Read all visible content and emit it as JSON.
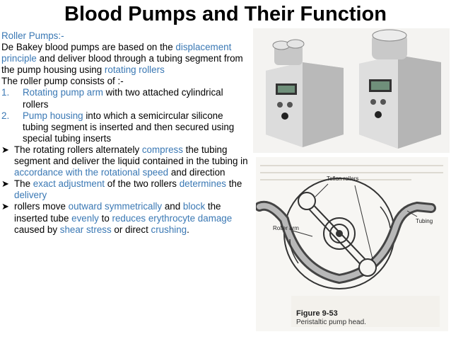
{
  "title": "Blood Pumps and Their Function",
  "heading": "Roller Pumps:-",
  "intro": {
    "p1": "De Bakey blood pumps are based on the ",
    "p1_hl": "displacement principle",
    "p2": " and deliver blood through a tubing segment from the pump housing using ",
    "p2_hl": "rotating rollers"
  },
  "consists": "The roller pump consists of :-",
  "list": [
    {
      "num": "1.",
      "hl": "Rotating pump arm",
      "rest": " with two attached cylindrical rollers"
    },
    {
      "num": "2.",
      "hl": "Pump housing",
      "rest": " into which a semicircular silicone tubing segment is inserted and then secured using special tubing inserts"
    }
  ],
  "bullets": {
    "b1": {
      "t1": "The rotating rollers alternately ",
      "h1": "compress",
      "t2": " the tubing segment and deliver the liquid contained in the tubing in ",
      "h2": "accordance with the rotational speed",
      "t3": " and direction"
    },
    "b2": {
      "t1": "The ",
      "h1": "exact adjustment",
      "t2": " of the two rollers ",
      "h2": "determines",
      "t3": " the ",
      "h3": "delivery"
    },
    "b3": {
      "t1": "rollers move ",
      "h1": "outward symmetrically",
      "t2": " and ",
      "h2": "block",
      "t3": " the inserted tube ",
      "h3": "evenly",
      "t4": " to ",
      "h4": "reduces erythrocyte damage",
      "t5": " caused by ",
      "h5": "shear stress",
      "t6": " or direct ",
      "h6": "crushing",
      "t7": "."
    }
  },
  "figure": {
    "title": "Figure 9-53",
    "subtitle": "Peristaltic pump head.",
    "label_teflon": "Teflon rollers",
    "label_arm": "Roller arm",
    "label_tubing": "Tubing"
  },
  "colors": {
    "accent": "#3a78b4"
  }
}
